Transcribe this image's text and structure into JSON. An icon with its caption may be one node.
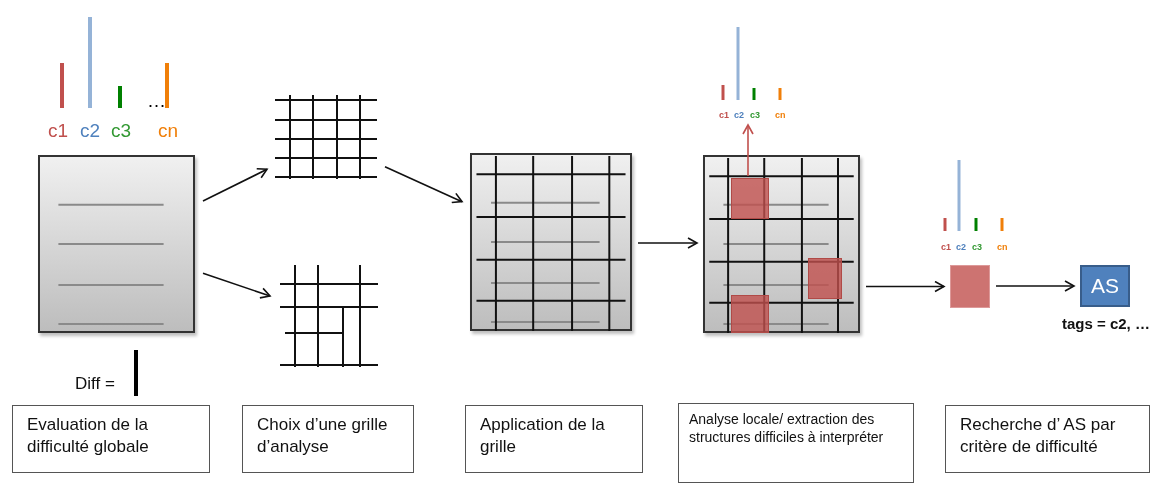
{
  "diagram": {
    "nodes": [
      {
        "text": [],
        "shape": "box"
      },
      {
        "text": [],
        "shape": "picture"
      },
      {
        "text": [],
        "shape": "picture"
      },
      {
        "text": [],
        "shape": "picture"
      },
      {
        "text": [],
        "shape": "picture"
      },
      {
        "text": [],
        "shape": "box",
        "in": 4
      },
      {
        "text": [],
        "shape": "box",
        "in": 4
      },
      {
        "text": [],
        "shape": "box",
        "in": 4
      },
      {
        "text": [],
        "shape": "box"
      },
      {
        "text": [
          "AS"
        ],
        "beside": [
          "tags = c2, …"
        ]
      },
      {
        "text": [
          "Evaluation de la difficulté globale"
        ]
      },
      {
        "text": [
          "Choix d’une grille d’analyse"
        ]
      },
      {
        "text": [
          "Application de la grille"
        ]
      },
      {
        "text": [
          "Analyse locale/ extraction des structures difficiles à interpréter"
        ]
      },
      {
        "text": [
          "Recherche d’ AS par critère de difficulté"
        ]
      },
      {
        "text": [
          "c2"
        ]
      }
    ],
    "edges": [
      {
        "from": 0,
        "to": 1,
        "arrow": "to"
      },
      {
        "from": 0,
        "to": 2,
        "arrow": "to"
      },
      {
        "from": 1,
        "to": 3,
        "arrow": "to"
      },
      {
        "from": 3,
        "to": 4,
        "arrow": "to"
      },
      {
        "from": 4,
        "to": 8,
        "arrow": "to"
      },
      {
        "from": 8,
        "to": 9,
        "arrow": "to"
      },
      {
        "from": 5,
        "to": 15,
        "arrow": "to",
        "color": "#c0504d"
      }
    ],
    "labels": [
      "c1",
      "c2",
      "c3",
      "…",
      "cn",
      "Diff =",
      "c1",
      "c3",
      "cn",
      "c1",
      "c2",
      "c3",
      "cn"
    ]
  }
}
